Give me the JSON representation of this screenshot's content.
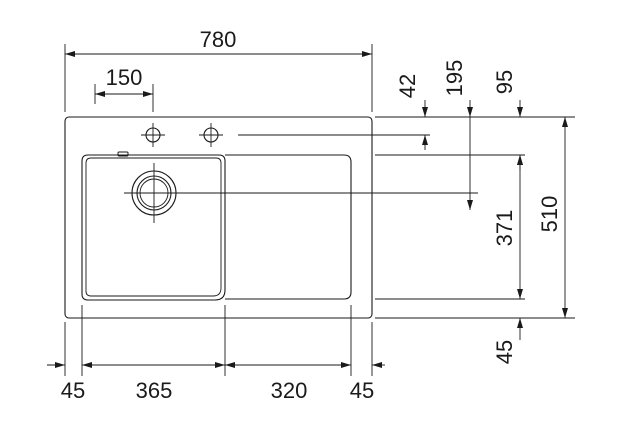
{
  "dimensions": {
    "overall_width": "780",
    "tap_hole_spacing": "150",
    "tap_hole_offset": "42",
    "drain_offset": "195",
    "bowl_top_offset": "95",
    "overall_depth": "510",
    "bowl_depth": "371",
    "bottom_edge": "45",
    "left_edge": "45",
    "bowl_width": "365",
    "drainer_width": "320",
    "right_edge": "45"
  }
}
